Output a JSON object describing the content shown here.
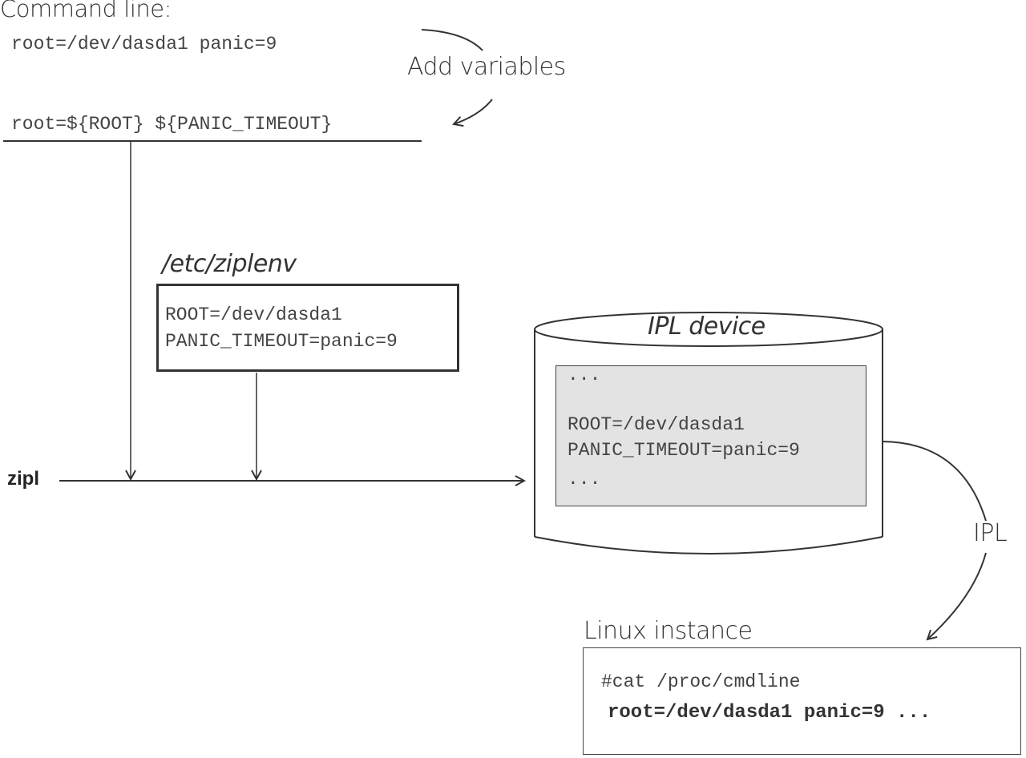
{
  "command_line": {
    "title": "Command line:",
    "original": "root=/dev/dasda1 panic=9",
    "with_variables": "root=${ROOT} ${PANIC_TIMEOUT}"
  },
  "add_variables_label": "Add variables",
  "ziplenv": {
    "title": "/etc/ziplenv",
    "lines": [
      "ROOT=/dev/dasda1",
      "PANIC_TIMEOUT=panic=9"
    ]
  },
  "zipl_label": "zipl",
  "ipl_device": {
    "title": "IPL device",
    "lines": [
      "...",
      "ROOT=/dev/dasda1",
      "PANIC_TIMEOUT=panic=9",
      "..."
    ]
  },
  "ipl_label": "IPL",
  "linux_instance": {
    "title": "Linux instance",
    "command": "#cat /proc/cmdline",
    "output": "root=/dev/dasda1 panic=9 ..."
  }
}
